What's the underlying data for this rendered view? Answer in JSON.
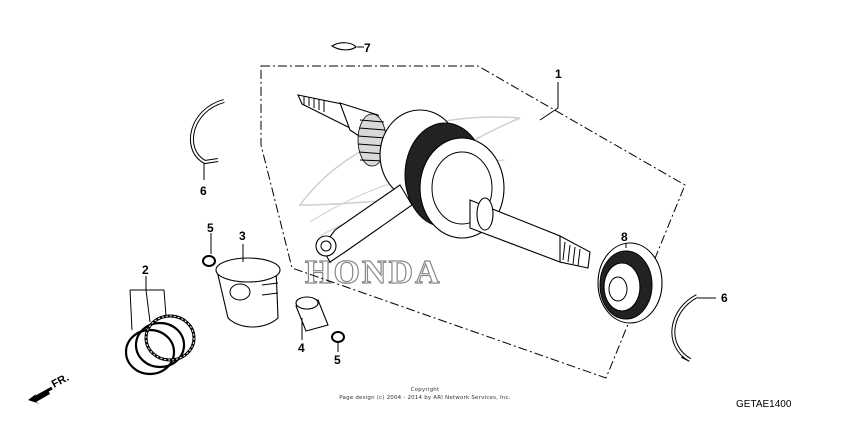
{
  "callouts": {
    "c1": "1",
    "c2": "2",
    "c3": "3",
    "c4": "4",
    "c5a": "5",
    "c5b": "5",
    "c6a": "6",
    "c6b": "6",
    "c7": "7",
    "c8": "8"
  },
  "watermark": "HONDA",
  "front_marker": "FR.",
  "copyright_line1": "Copyright",
  "copyright_line2": "Page design (c) 2004 - 2014 by ARI Network Services, Inc.",
  "reference_code": "GETAE1400"
}
